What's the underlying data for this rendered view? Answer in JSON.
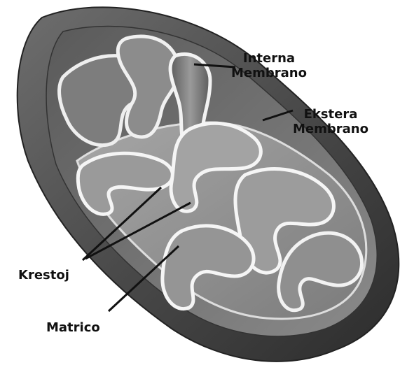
{
  "labels": {
    "inner_membrane": {
      "line1": "Interna",
      "line2": "Membrano"
    },
    "outer_membrane": {
      "line1": "Ekstera",
      "line2": "Membrano"
    },
    "cristae": "Krestoj",
    "matrix": "Matrico"
  }
}
